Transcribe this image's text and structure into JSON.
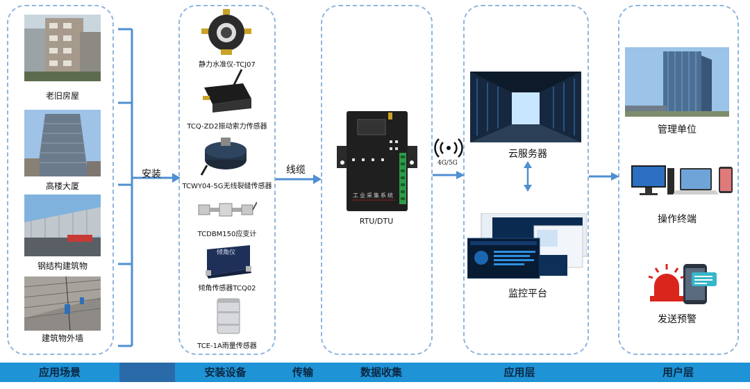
{
  "scenes": {
    "items": [
      {
        "label": "老旧房屋"
      },
      {
        "label": "高楼大厦"
      },
      {
        "label": "钢结构建筑物"
      },
      {
        "label": "建筑物外墙"
      }
    ]
  },
  "devices": {
    "items": [
      {
        "label": "静力水准仪-TCJ07"
      },
      {
        "label": "TCQ-ZD2振动索力传感器"
      },
      {
        "label": "TCWY04-5G无线裂缝传感器"
      },
      {
        "label": "TCDBM150应变计"
      },
      {
        "label": "倾角传感器TCQ02"
      },
      {
        "label": "TCE-1A雨量传感器"
      }
    ],
    "tilt_device_text": "倾角仪"
  },
  "arrows": {
    "install": "安装",
    "cable": "线缆",
    "wireless": "4G/5G"
  },
  "rtu": {
    "label": "RTU/DTU",
    "panel_text": "工业采集系统"
  },
  "application": {
    "cloud": "云服务器",
    "platform": "监控平台"
  },
  "users": {
    "management": "管理单位",
    "terminal": "操作终端",
    "alarm": "发送预警"
  },
  "footer": {
    "scene": "应用场景",
    "equipment": "安装设备",
    "transfer": "传输",
    "collect": "数据收集",
    "app_layer": "应用层",
    "user_layer": "用户层"
  },
  "colors": {
    "panel_border": "#8fb6df",
    "arrow": "#4f8fd1",
    "footer": "#1e93d6",
    "footer_dark": "#2a6aa8"
  }
}
